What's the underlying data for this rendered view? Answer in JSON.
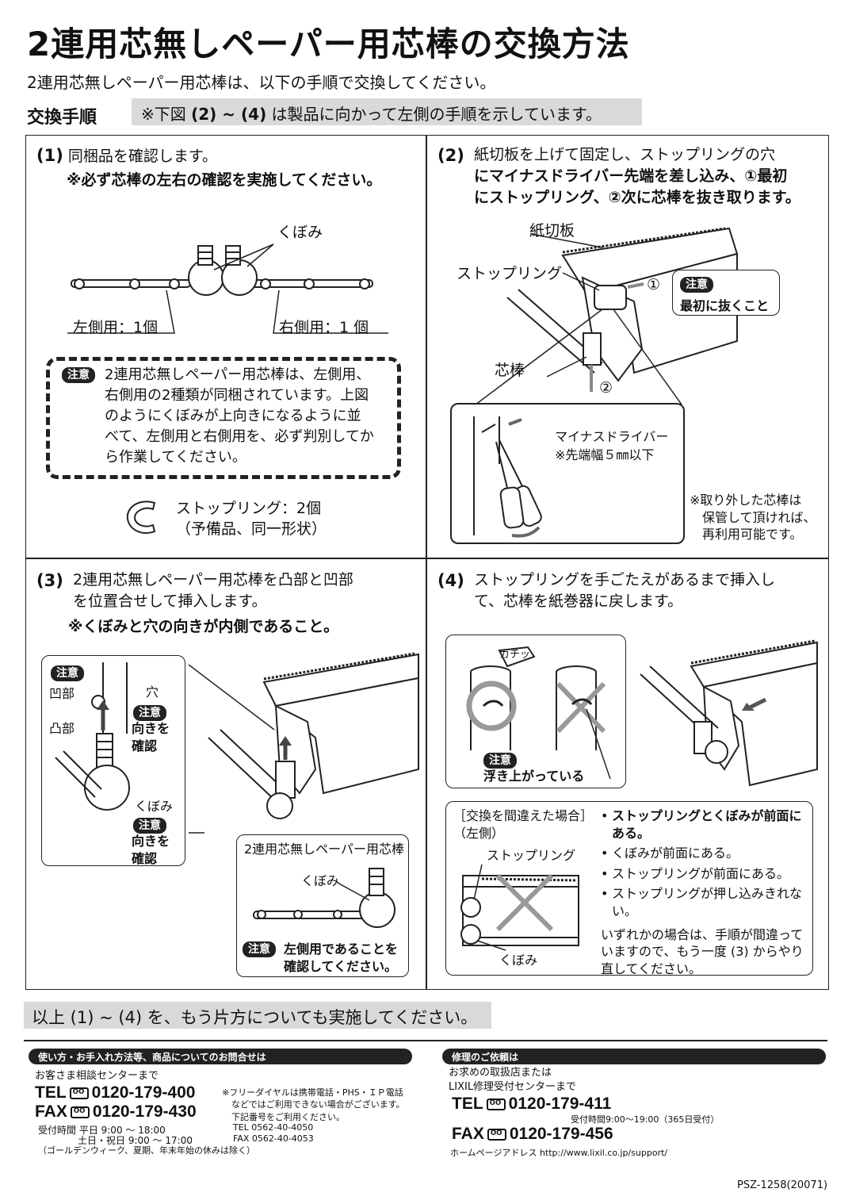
{
  "title": "2連用芯無しペーパー用芯棒の交換方法",
  "subtitle": "2連用芯無しペーパー用芯棒は、以下の手順で交換してください。",
  "steps_label": "交換手順",
  "steps_note": {
    "pre": "※下図 ",
    "range": "(2) ~ (4)",
    "post": " は製品に向かって左側の手順を示しています。"
  },
  "caution_label": "注意",
  "step1": {
    "num": "(1)",
    "text": "同梱品を確認します。",
    "note": "※必ず芯棒の左右の確認を実施してください。",
    "kubomi": "くぼみ",
    "left_label": "左側用：1個",
    "right_label": "右側用：1 個",
    "caution_lines": [
      "2連用芯無しペーパー用芯棒は、左側用、",
      "右側用の2種類が同梱されています。上図",
      "のようにくぼみが上向きになるように並",
      "べて、左側用と右側用を、必ず判別してか",
      "ら作業してください。"
    ],
    "ring_label": "ストップリング：2個",
    "ring_sub": "（予備品、同一形状）"
  },
  "step2": {
    "num": "(2)",
    "lines": [
      "紙切板を上げて固定し、ストップリングの穴",
      "にマイナスドライバー先端を差し込み、①最初",
      "にストップリング、②次に芯棒を抜き取ります。"
    ],
    "label_paper_cutter": "紙切板",
    "label_stopring": "ストップリング",
    "label_core": "芯棒",
    "mark1": "①",
    "mark2": "②",
    "caution_text": "最初に抜くこと",
    "driver_label": "マイナスドライバー",
    "driver_sub": "※先端幅５㎜以下",
    "reuse_lines": [
      "※取り外した芯棒は",
      "保管して頂ければ、",
      "再利用可能です。"
    ]
  },
  "step3": {
    "num": "(3)",
    "lines": [
      "2連用芯無しペーパー用芯棒を凸部と凹部",
      "を位置合せして挿入します。"
    ],
    "note": "※くぼみと穴の向きが内側であること。",
    "hole": "穴",
    "concave": "凹部",
    "convex": "凸部",
    "check_dir": "向きを確認",
    "kubomi": "くぼみ",
    "core_name": "2連用芯無しペーパー用芯棒",
    "caution_text": "左側用であることを確認してください。"
  },
  "step4": {
    "num": "(4)",
    "lines": [
      "ストップリングを手ごたえがあるまで挿入し",
      "て、芯棒を紙巻器に戻します。"
    ],
    "click": "カチッ",
    "caution_text": "浮き上がっている",
    "mistake_title": "［交換を間違えた場合］",
    "mistake_sub": "（左側）",
    "stopring": "ストップリング",
    "kubomi": "くぼみ",
    "bullets": [
      "ストップリングとくぼみが前面にある。",
      "くぼみが前面にある。",
      "ストップリングが前面にある。",
      "ストップリングが押し込みきれない。"
    ],
    "retry": "いずれかの場合は、手順が間違っていますので、もう一度 (3) からやり直してください。"
  },
  "bottom_note": "以上 (1) ~ (4) を、もう片方についても実施してください。",
  "footer": {
    "left_pill": "使い方・お手入れ方法等、商品についてのお問合せは",
    "left_center": "お客さま相談センターまで",
    "tel1_label": "TEL",
    "tel1": "0120-179-400",
    "fax1_label": "FAX",
    "fax1": "0120-179-430",
    "hours1": "受付時間  平日          9:00 ～ 18:00",
    "hours2": "土日・祝日  9:00 ～ 17:00",
    "hours3": "（ゴールデンウィーク、夏期、年末年始の休みは除く）",
    "freedial_lines": [
      "※フリーダイヤルは携帯電話・PHS・ＩＰ電話",
      "などではご利用できない場合がございます。",
      "下記番号をご利用ください。"
    ],
    "alt_tel": "TEL   0562-40-4050",
    "alt_fax": "FAX   0562-40-4053",
    "right_pill": "修理のご依頼は",
    "right_l1": "お求めの取扱店または",
    "right_l2": "LIXIL修理受付センターまで",
    "tel2_label": "TEL",
    "tel2": "0120-179-411",
    "hours_r": "受付時間9:00～19:00（365日受付）",
    "fax2_label": "FAX",
    "fax2": "0120-179-456",
    "homepage": "ホームページアドレス    http://www.lixil.co.jp/support/",
    "code": "PSZ-1258(20071)"
  }
}
